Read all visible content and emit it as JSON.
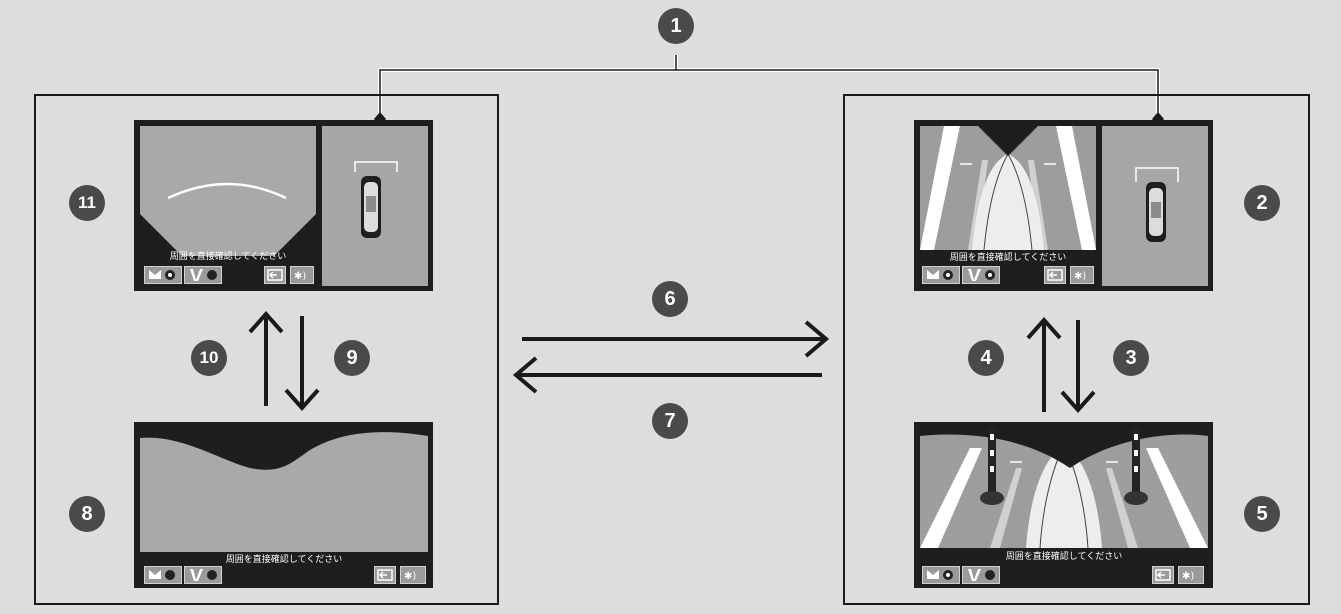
{
  "callouts": {
    "n1": "1",
    "n2": "2",
    "n3": "3",
    "n4": "4",
    "n5": "5",
    "n6": "6",
    "n7": "7",
    "n8": "8",
    "n9": "9",
    "n10": "10",
    "n11": "11"
  },
  "screens": {
    "s11_message": "周囲を直接確認してください",
    "s8_message": "周囲を直接確認してください",
    "s2_message": "周囲を直接確認してください",
    "s5_message": "周囲を直接確認してください"
  },
  "icons": {
    "sensor_front": "parking-sensor-front-icon",
    "sensor_rear": "parking-sensor-rear-icon",
    "exit": "exit-view-icon",
    "brightness": "brightness-icon"
  },
  "colors": {
    "background": "#dcdedd",
    "screen": "#1e1e1e",
    "camera": "#a9a9a9",
    "callout": "#4a4a4a"
  }
}
